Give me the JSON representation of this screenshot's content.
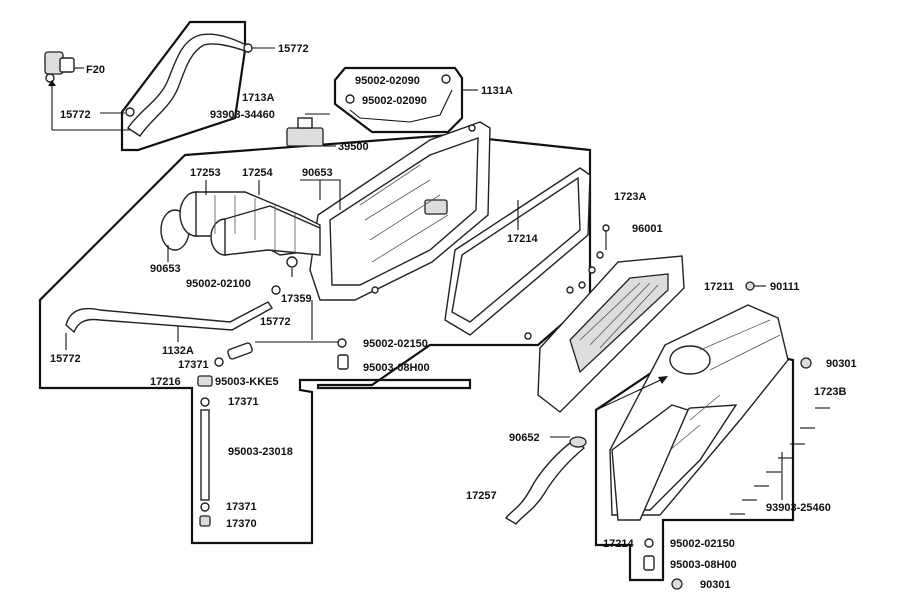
{
  "diagram": {
    "labels": {
      "p15772_top": "15772",
      "p1713A": "1713A",
      "p93903_34460": "93903-34460",
      "pF20": "F20",
      "p15772_left": "15772",
      "p39500": "39500",
      "p95002_02090_a": "95002-02090",
      "p95002_02090_b": "95002-02090",
      "p1131A": "1131A",
      "p17253": "17253",
      "p17254": "17254",
      "p90653_top": "90653",
      "p90653_left": "90653",
      "p95002_02100": "95002-02100",
      "p17359": "17359",
      "p15772_mid": "15772",
      "p15772_bl": "15772",
      "p1132A": "1132A",
      "p17371_a": "17371",
      "p17216": "17216",
      "p95003_KKE5": "95003-KKE5",
      "p95002_02150_mid": "95002-02150",
      "p95003_08H00_mid": "95003-08H00",
      "p17371_b": "17371",
      "p95003_23018": "95003-23018",
      "p17371_c": "17371",
      "p17370": "17370",
      "p1723A": "1723A",
      "p17214_a": "17214",
      "p96001": "96001",
      "p17211": "17211",
      "p90111": "90111",
      "p90301_top": "90301",
      "p1723B": "1723B",
      "p90652": "90652",
      "p17257": "17257",
      "p93903_25460": "93903-25460",
      "p17214_b": "17214",
      "p95002_02150_br": "95002-02150",
      "p95003_08H00_br": "95003-08H00",
      "p90301_bottom": "90301"
    }
  }
}
